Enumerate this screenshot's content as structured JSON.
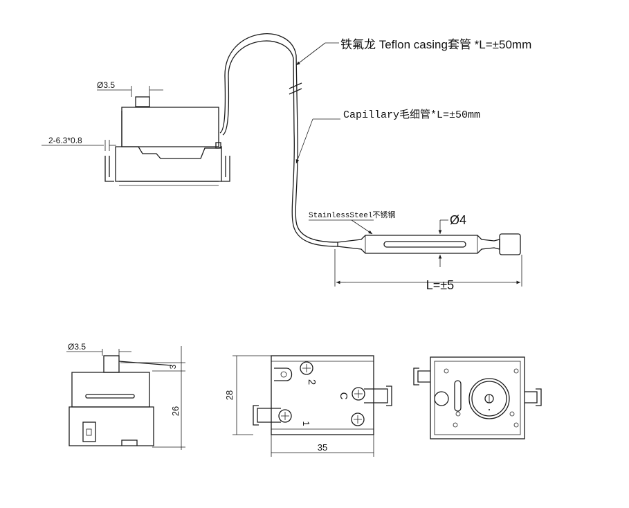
{
  "labels": {
    "teflon": "铁氟龙 Teflon casing套管 *L=±50mm",
    "capillary": "Capillary毛细管*L=±50mm",
    "stainless": "StainlessSteel不锈钢",
    "dia4": "Ø4",
    "length": "L=±5",
    "dia35_top": "Ø3.5",
    "terminal": "2-6.3*0.8",
    "dia35_side": "Ø3.5",
    "dim3": "3",
    "dim26": "26",
    "dim28": "28",
    "dim35": "35",
    "term2": "2",
    "termC": "C",
    "term1": "1"
  }
}
